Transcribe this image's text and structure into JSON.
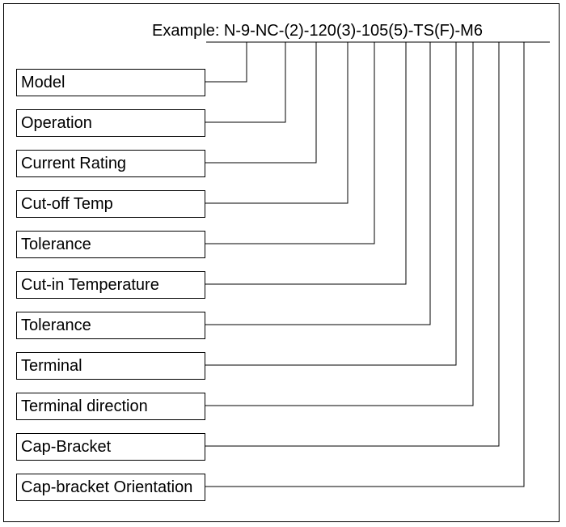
{
  "example_text": "Example: N-9-NC-(2)-120(3)-105(5)-TS(F)-M6",
  "fields": [
    {
      "label": "Model"
    },
    {
      "label": "Operation"
    },
    {
      "label": "Current Rating"
    },
    {
      "label": "Cut-off Temp"
    },
    {
      "label": "Tolerance"
    },
    {
      "label": "Cut-in Temperature"
    },
    {
      "label": "Tolerance"
    },
    {
      "label": "Terminal"
    },
    {
      "label": "Terminal direction"
    },
    {
      "label": "Cap-Bracket"
    },
    {
      "label": "Cap-bracket Orientation"
    }
  ]
}
